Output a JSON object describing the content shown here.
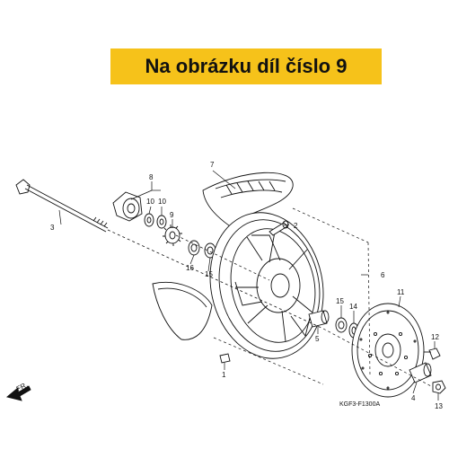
{
  "banner": {
    "text": "Na obrázku díl číslo 9",
    "color": "#f6c21a"
  },
  "callouts": [
    "1",
    "2",
    "3",
    "4",
    "5",
    "6",
    "7",
    "8",
    "9",
    "10",
    "10",
    "11",
    "12",
    "13",
    "14",
    "15",
    "15",
    "16"
  ],
  "direction_label": "FR.",
  "diagram_code": "KGF3-F1300A"
}
